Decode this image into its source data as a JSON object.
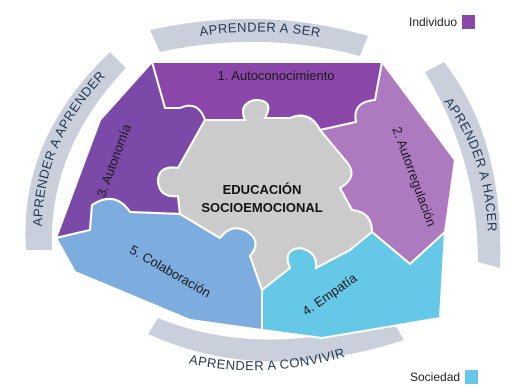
{
  "diagram": {
    "center_line1": "EDUCACIÓN",
    "center_line2": "SOCIOEMOCIONAL",
    "pieces": [
      {
        "label": "1. Autoconocimiento",
        "color": "#8a46a8"
      },
      {
        "label": "2. Autorregulación",
        "color": "#ad7ac0"
      },
      {
        "label": "3. Autonomía",
        "color": "#7b4aa8"
      },
      {
        "label": "4. Empatía",
        "color": "#64c8e6"
      },
      {
        "label": "5. Colaboración",
        "color": "#7daddf"
      }
    ],
    "center_color": "#cbcbcb",
    "ring_color": "#c9d0dc",
    "ring": [
      {
        "label": "APRENDER A SER"
      },
      {
        "label": "APRENDER A HACER"
      },
      {
        "label": "APRENDER A CONVIVIR"
      },
      {
        "label": "APRENDER A APRENDER"
      }
    ]
  },
  "legend": {
    "individuo_label": "Individuo",
    "individuo_color": "#8a46a8",
    "sociedad_label": "Sociedad",
    "sociedad_color": "#64c8e6"
  }
}
